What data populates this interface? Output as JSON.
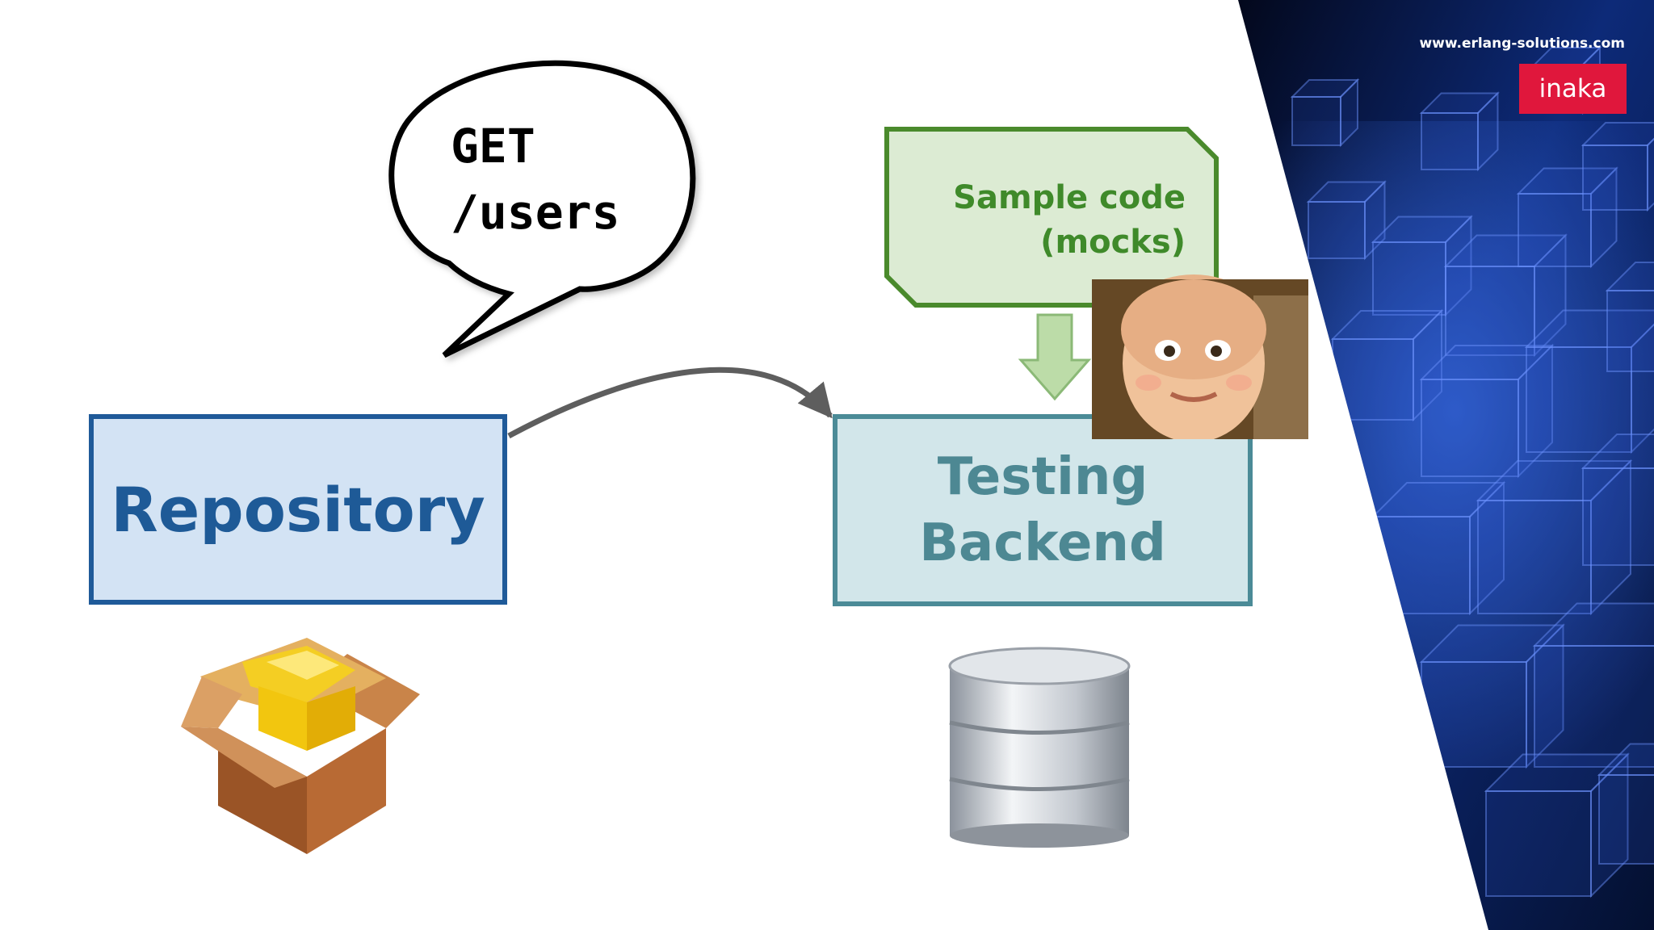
{
  "header": {
    "site_url": "www.erlang-solutions.com",
    "logo_text": "inaka"
  },
  "diagram": {
    "speech_bubble": {
      "line1": "GET",
      "line2": "/users"
    },
    "repository": {
      "label": "Repository",
      "icon": "package-box-icon"
    },
    "testing_backend": {
      "line1": "Testing",
      "line2": "Backend",
      "icon": "database-icon"
    },
    "sample_code": {
      "line1": "Sample code",
      "line2": "(mocks)"
    },
    "baby_photo": {
      "icon": "baby-face-photo"
    }
  },
  "colors": {
    "repo_fill": "#d3e3f4",
    "repo_border": "#1f5a99",
    "test_fill": "#d2e6ea",
    "test_border": "#4b8b97",
    "sample_fill": "#dcebd3",
    "sample_border": "#4a8a2c",
    "logo_bg": "#e0173c",
    "deco_bg": "#0a1a44"
  }
}
